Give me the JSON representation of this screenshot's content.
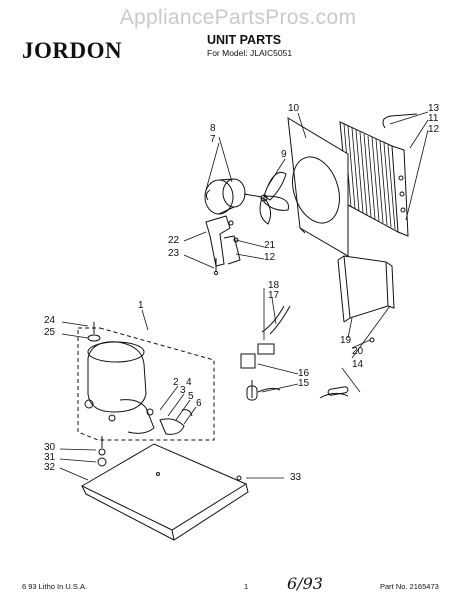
{
  "watermark": "AppliancePartsPros.com",
  "header": {
    "brand": "JORDON",
    "title": "UNIT PARTS",
    "model": "For Model: JLAIC5051"
  },
  "callouts": [
    "1",
    "2",
    "3",
    "4",
    "5",
    "6",
    "7",
    "8",
    "9",
    "10",
    "11",
    "12",
    "12",
    "12",
    "13",
    "14",
    "15",
    "16",
    "17",
    "18",
    "19",
    "20",
    "21",
    "22",
    "23",
    "24",
    "25",
    "30",
    "31",
    "32",
    "33"
  ],
  "footer": {
    "left": "6 93  Litho In U.S.A.",
    "center": "1",
    "handwritten": "6/93",
    "right": "Part No. 2165473"
  },
  "colors": {
    "ink": "#111111",
    "watermark": "#c9c9c9"
  }
}
